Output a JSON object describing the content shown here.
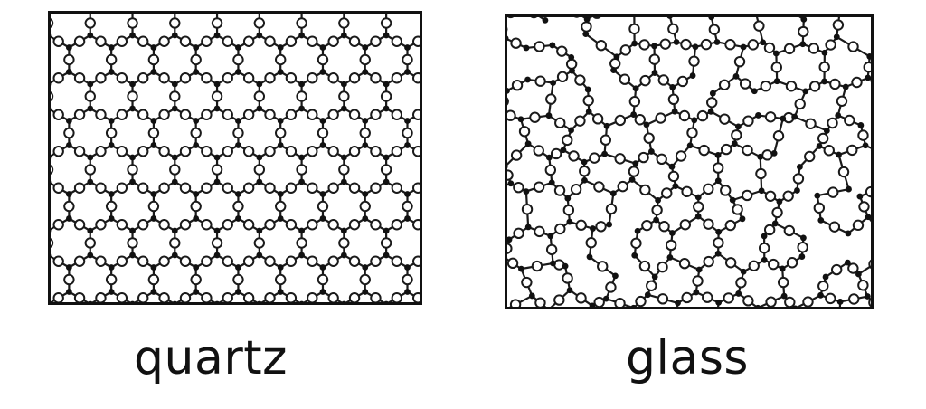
{
  "diagrams": [
    {
      "id": "quartz",
      "label": "quartz",
      "structure": "ordered-hexagonal-network",
      "frame_color": "#111111"
    },
    {
      "id": "glass",
      "label": "glass",
      "structure": "random-network",
      "frame_color": "#111111"
    }
  ],
  "legend_symbols": {
    "oxygen": "open-circle",
    "silicon": "filled-dot"
  }
}
